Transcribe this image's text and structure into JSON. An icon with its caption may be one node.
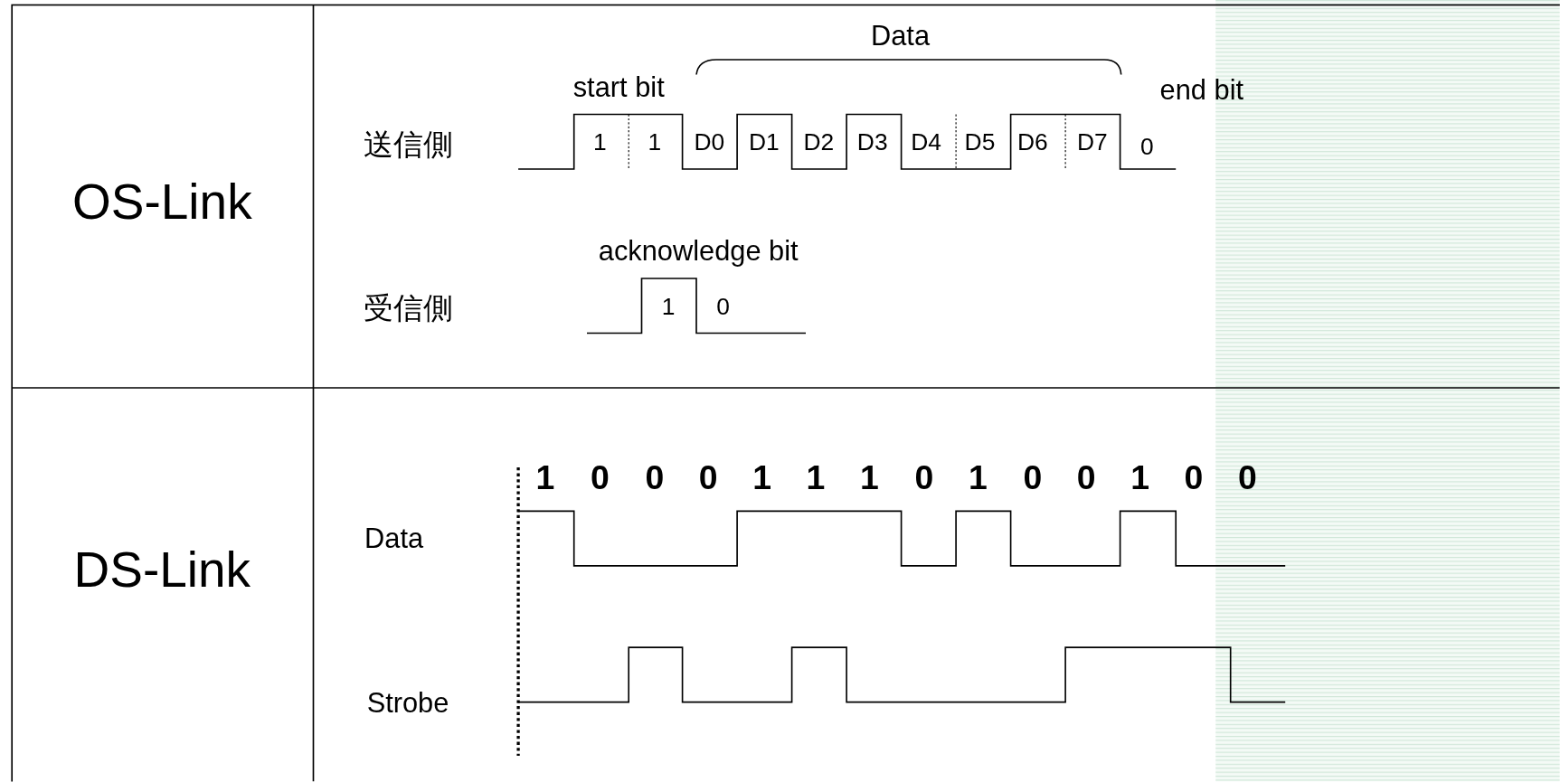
{
  "diagram": {
    "labels": [
      "OS-Link",
      "Data",
      "start bit",
      "end bit",
      "送信側",
      "1",
      "1",
      "D0",
      "D1",
      "D2",
      "D3",
      "D4",
      "D5",
      "D6",
      "D7",
      "0",
      "acknowledge bit",
      "受信側",
      "1",
      "0",
      "DS-Link",
      "1",
      "0",
      "0",
      "0",
      "1",
      "1",
      "1",
      "0",
      "1",
      "0",
      "0",
      "1",
      "0",
      "0",
      "Data",
      "Strobe"
    ]
  }
}
